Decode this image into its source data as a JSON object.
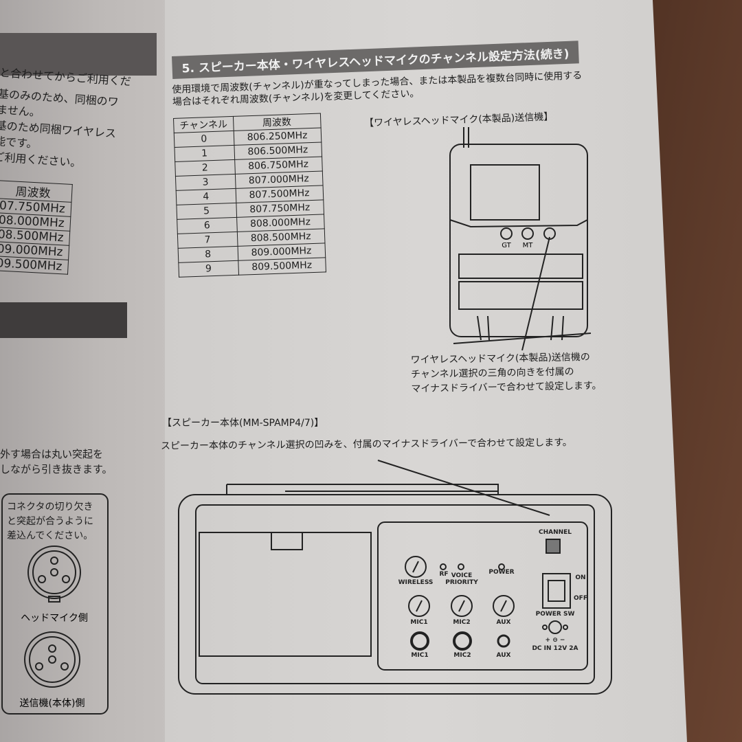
{
  "left_page": {
    "lines": [
      "と合わせてからご利用くだ",
      "基のみのため、同梱のワ",
      "ません。",
      "基のため同梱ワイヤレス",
      "能です。",
      "ご利用ください。"
    ],
    "table_header": "周波数",
    "table_values": [
      "07.750MHz",
      "08.000MHz",
      "08.500MHz",
      "09.000MHz",
      "09.500MHz"
    ],
    "removal_lines": [
      "外す場合は丸い突起を",
      "しながら引き抜きます。"
    ],
    "connector_note": [
      "コネクタの切り欠き",
      "と突起が合うように",
      "差込んでください。"
    ],
    "headmic_side": "ヘッドマイク側",
    "transmitter_side": "送信機(本体)側"
  },
  "section": {
    "title": "5. スピーカー本体・ワイヤレスヘッドマイクのチャンネル設定方法(続き)",
    "intro": [
      "使用環境で周波数(チャンネル)が重なってしまった場合、または本製品を複数台同時に使用する",
      "場合はそれぞれ周波数(チャンネル)を変更してください。"
    ]
  },
  "channel_table": {
    "headers": [
      "チャンネル",
      "周波数"
    ],
    "rows": [
      [
        "0",
        "806.250MHz"
      ],
      [
        "1",
        "806.500MHz"
      ],
      [
        "2",
        "806.750MHz"
      ],
      [
        "3",
        "807.000MHz"
      ],
      [
        "4",
        "807.500MHz"
      ],
      [
        "5",
        "807.750MHz"
      ],
      [
        "6",
        "808.000MHz"
      ],
      [
        "7",
        "808.500MHz"
      ],
      [
        "8",
        "809.000MHz"
      ],
      [
        "9",
        "809.500MHz"
      ]
    ]
  },
  "transmitter": {
    "heading": "【ワイヤレスヘッドマイク(本製品)送信機】",
    "gt": "GT",
    "mt": "MT",
    "note": [
      "ワイヤレスヘッドマイク(本製品)送信機の",
      "チャンネル選択の三角の向きを付属の",
      "マイナスドライバーで合わせて設定します。"
    ]
  },
  "speaker": {
    "heading": "【スピーカー本体(MM-SPAMP4/7)】",
    "note": "スピーカー本体のチャンネル選択の凹みを、付属のマイナスドライバーで合わせて設定します。",
    "labels": {
      "channel": "CHANNEL",
      "wireless": "WIRELESS",
      "rf": "RF",
      "voice": "VOICE",
      "priority": "PRIORITY",
      "power": "POWER",
      "on": "ON",
      "off": "OFF",
      "power_sw": "POWER SW",
      "mic1": "MIC1",
      "mic2": "MIC2",
      "aux": "AUX",
      "dc_in": "DC IN 12V 2A",
      "polarity": "+ ⊖ −"
    }
  }
}
